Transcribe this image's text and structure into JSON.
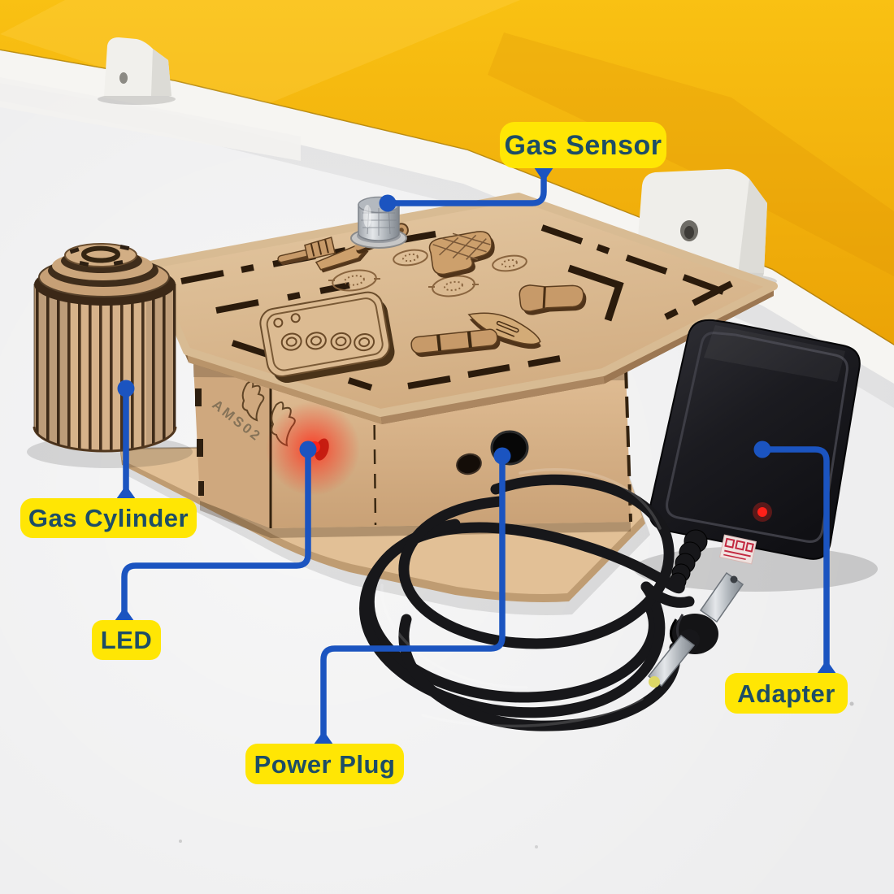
{
  "callouts": [
    {
      "id": "gas-sensor",
      "text": "Gas Sensor"
    },
    {
      "id": "gas-cylinder",
      "text": "Gas Cylinder"
    },
    {
      "id": "led",
      "text": "LED"
    },
    {
      "id": "power-plug",
      "text": "Power Plug"
    },
    {
      "id": "adapter",
      "text": "Adapter"
    }
  ],
  "box_marking": "AMS02",
  "colors": {
    "label-bg": "#FFE604",
    "label-text": "#1D4D66",
    "line-blue": "#1B54C0",
    "wall-yellow": "#F4B10B",
    "table": "#EBEBED",
    "wood-light": "#DDBE98",
    "wood-mid": "#D5B28A",
    "wood-dark": "#2E1F10",
    "device-black": "#1C1C20",
    "led-red": "#FF2318"
  }
}
